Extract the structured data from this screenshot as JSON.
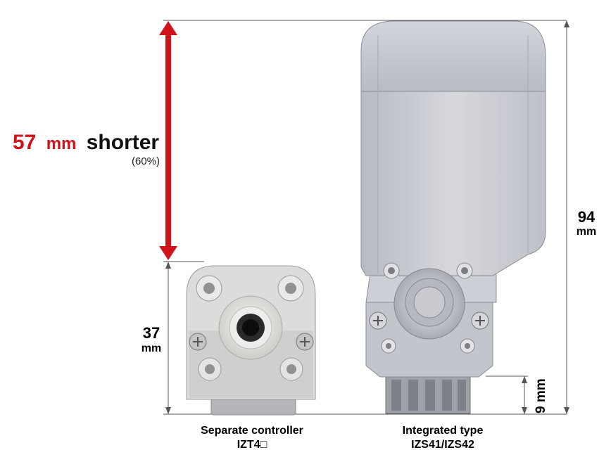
{
  "headline": {
    "value": "57",
    "unit": "mm",
    "word": "shorter",
    "percent": "(60%)"
  },
  "dims": {
    "separate_height": {
      "value": "37",
      "unit": "mm"
    },
    "integrated_height": {
      "value": "94",
      "unit": "mm"
    },
    "connector": "9 mm"
  },
  "products": {
    "separate": {
      "name": "Separate controller",
      "model": "IZT4□"
    },
    "integrated": {
      "name": "Integrated type",
      "model": "IZS41/IZS42"
    }
  },
  "colors": {
    "accent": "#d0121b",
    "body_grey": "#c9cbd2",
    "dark_grey": "#8c8f97",
    "light_body": "#e4e5e3"
  }
}
